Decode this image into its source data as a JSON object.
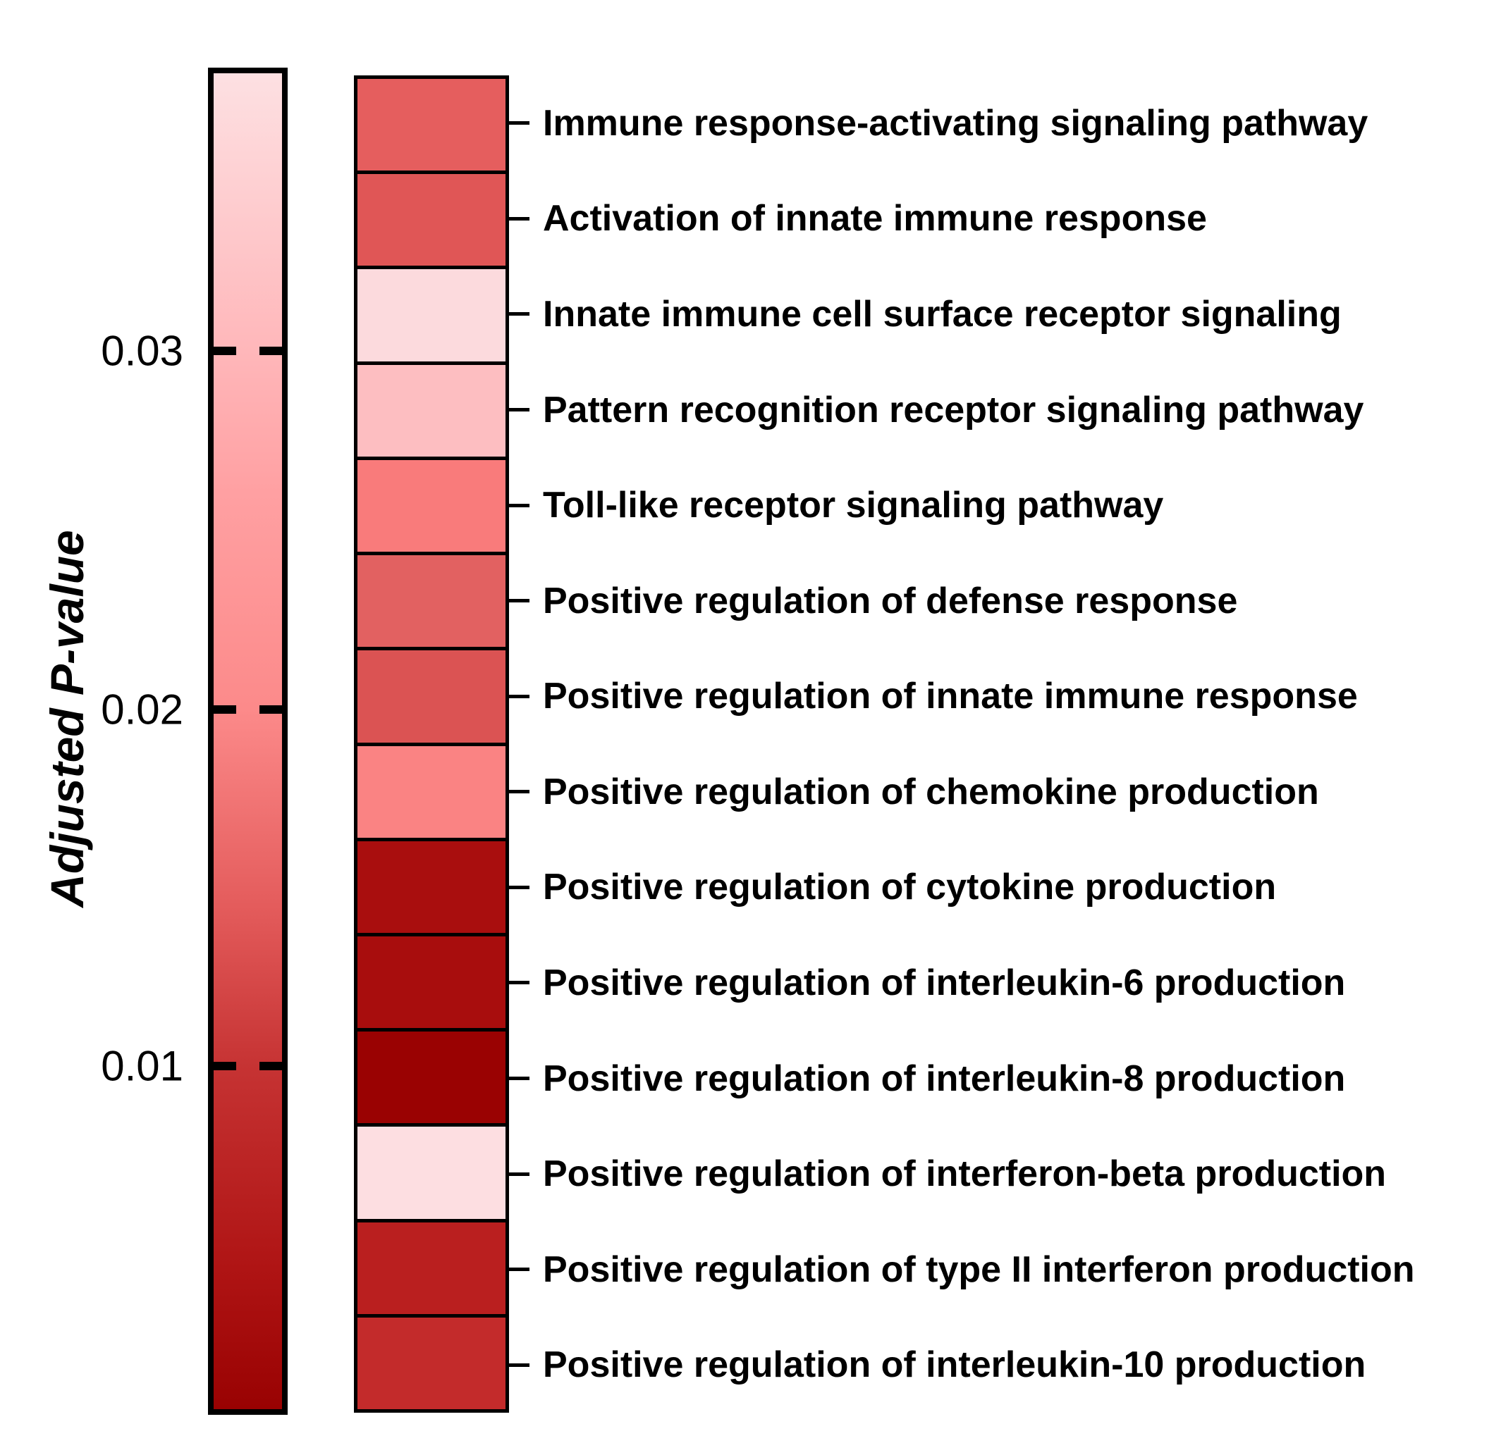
{
  "figure": {
    "axis_label": "Adjusted P-value",
    "colorbar": {
      "tick_labels": [
        "0.03",
        "0.02",
        "0.01"
      ],
      "tick_fractions": [
        0.208,
        0.476,
        0.743
      ],
      "gradient_stops": [
        "#FDE0E2",
        "#FFB7BA",
        "#FFA0A2",
        "#FC8A8A",
        "#E45C5C",
        "#C63333",
        "#AF1414",
        "#990202"
      ]
    }
  },
  "chart_data": {
    "type": "heatmap",
    "orientation": "single-column-vertical",
    "colorbar_label": "Adjusted P-value",
    "colorbar_ticks": [
      0.03,
      0.02,
      0.01
    ],
    "colorbar_value_range_top_to_bottom": [
      0.038,
      0.0005
    ],
    "legend_position": "left",
    "rows": [
      {
        "label": "Immune response-activating signaling pathway",
        "color": "#E55E5E",
        "adjusted_p_value_est": 0.015
      },
      {
        "label": "Activation of innate immune response",
        "color": "#E05656",
        "adjusted_p_value_est": 0.014
      },
      {
        "label": "Innate immune cell surface receptor signaling",
        "color": "#FCDADD",
        "adjusted_p_value_est": 0.036
      },
      {
        "label": "Pattern recognition receptor signaling pathway",
        "color": "#FDBEC1",
        "adjusted_p_value_est": 0.031
      },
      {
        "label": "Toll-like receptor signaling pathway",
        "color": "#F97B7B",
        "adjusted_p_value_est": 0.018
      },
      {
        "label": "Positive regulation of defense response",
        "color": "#E26161",
        "adjusted_p_value_est": 0.015
      },
      {
        "label": "Positive regulation of innate immune response",
        "color": "#DB5353",
        "adjusted_p_value_est": 0.013
      },
      {
        "label": "Positive regulation of chemokine production",
        "color": "#FA8383",
        "adjusted_p_value_est": 0.019
      },
      {
        "label": "Positive regulation of cytokine production",
        "color": "#A90E0E",
        "adjusted_p_value_est": 0.003
      },
      {
        "label": "Positive regulation of interleukin-6 production",
        "color": "#A80D0D",
        "adjusted_p_value_est": 0.003
      },
      {
        "label": "Positive regulation of interleukin-8 production",
        "color": "#9A0202",
        "adjusted_p_value_est": 0.001
      },
      {
        "label": "Positive regulation of interferon-beta production",
        "color": "#FDDEE1",
        "adjusted_p_value_est": 0.037
      },
      {
        "label": "Positive regulation of type II interferon production",
        "color": "#BA1F1F",
        "adjusted_p_value_est": 0.007
      },
      {
        "label": "Positive regulation of interleukin-10 production",
        "color": "#C32B2B",
        "adjusted_p_value_est": 0.009
      }
    ]
  }
}
